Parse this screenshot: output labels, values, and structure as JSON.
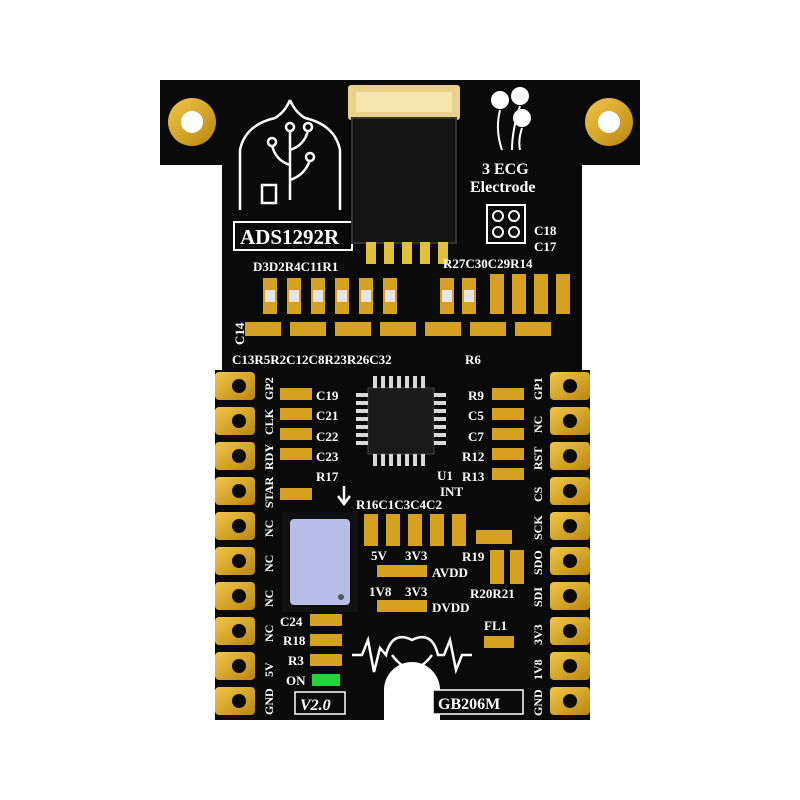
{
  "board": {
    "chip_name": "ADS1292R",
    "model": "GB206M",
    "version": "V2.0",
    "electrode_line1": "3 ECG",
    "electrode_line2": "Electrode",
    "power_led_label": "ON",
    "fuse_label": "FL1",
    "ic_label": "U1"
  },
  "left_pins": [
    "GP2",
    "CLK",
    "RDY",
    "STAR",
    "NC",
    "NC",
    "NC",
    "NC",
    "5V",
    "GND"
  ],
  "right_pins": [
    "GP1",
    "NC",
    "RST",
    "CS",
    "SCK",
    "SDO",
    "SDI",
    "3V3",
    "1V8",
    "GND"
  ],
  "component_labels": {
    "top_left_row": "D3D2R4C11R1",
    "top_right_row": "R27C30C29R14",
    "mid_left_row": "C13R5R2C12C8R23R26C32",
    "c14": "C14",
    "r6": "R6",
    "r9": "R9",
    "c5": "C5",
    "c7": "C7",
    "r12": "R12",
    "r13": "R13",
    "int": "INT",
    "c19": "C19",
    "c21": "C21",
    "c22": "C22",
    "c23": "C23",
    "r17": "R17",
    "lower_row": "R16C1C3C4C2",
    "c18": "C18",
    "c17": "C17",
    "r19": "R19",
    "r20r21": "R20R21",
    "c24": "C24",
    "r18": "R18",
    "r3": "R3",
    "v5": "5V",
    "v33a": "3V3",
    "avdd": "AVDD",
    "v18": "1V8",
    "v33b": "3V3",
    "dvdd": "DVDD"
  },
  "colors": {
    "pcb": "#0a0a0a",
    "gold": "#d8a322",
    "silkscreen": "#ffffff",
    "led_green": "#22d43a",
    "module_blue": "#b7bde6"
  }
}
